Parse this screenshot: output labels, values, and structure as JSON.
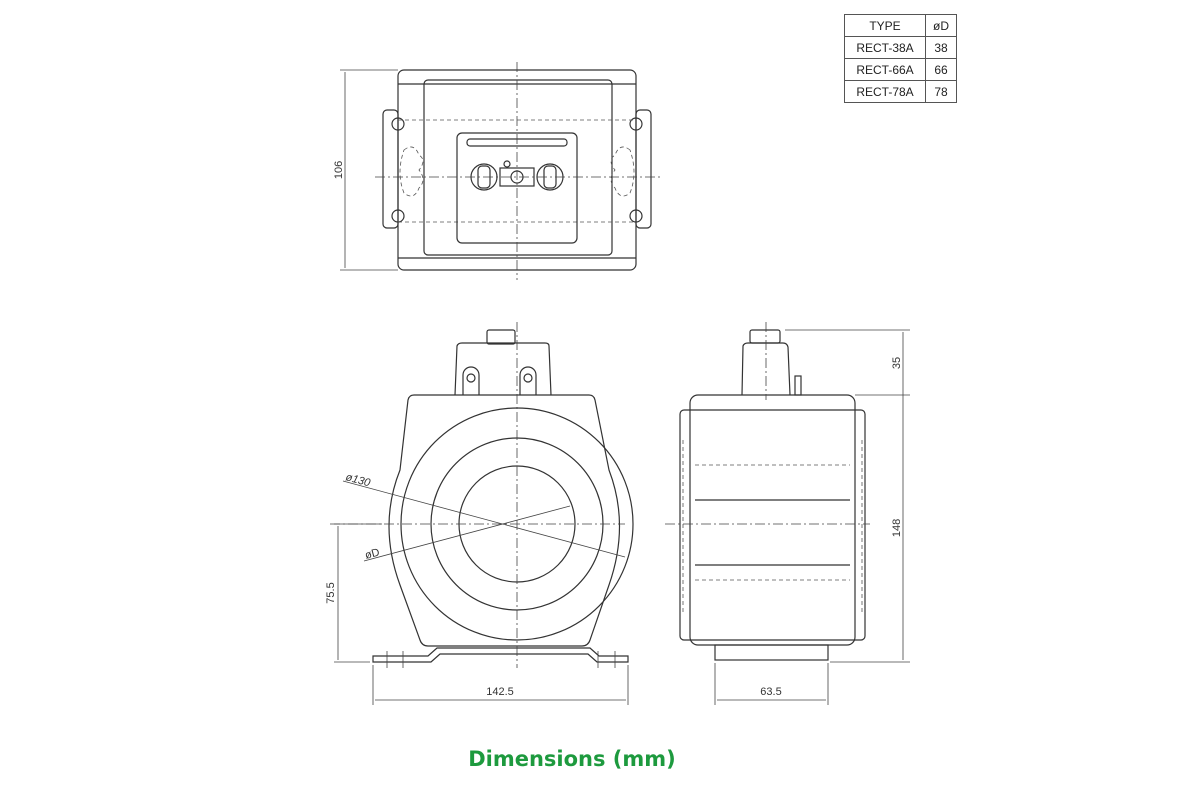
{
  "table": {
    "headers": [
      "TYPE",
      "øD"
    ],
    "rows": [
      [
        "RECT-38A",
        "38"
      ],
      [
        "RECT-66A",
        "66"
      ],
      [
        "RECT-78A",
        "78"
      ]
    ]
  },
  "dimensions": {
    "top_height": "106",
    "outer_diameter": "ø130",
    "inner_diameter": "øD",
    "center_height": "75.5",
    "front_width": "142.5",
    "head_height": "35",
    "total_height": "148",
    "side_width": "63.5"
  },
  "caption": "Dimensions (mm)",
  "colors": {
    "caption": "#1d9a3e",
    "lines": "#333333"
  }
}
